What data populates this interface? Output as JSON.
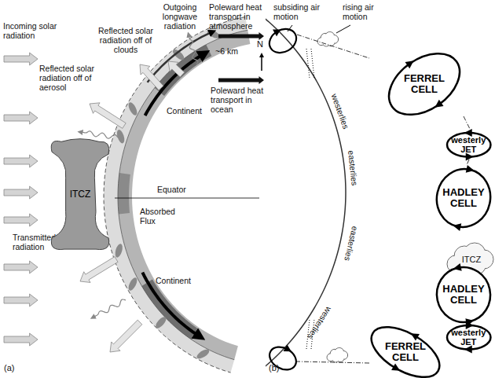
{
  "diagram": {
    "nodes": [
      {
        "text": [
          "ITCZ"
        ]
      },
      {
        "text": [
          "FERREL CELL"
        ]
      },
      {
        "text": [
          "westerly JET"
        ]
      },
      {
        "text": [
          "HADLEY CELL"
        ]
      },
      {
        "text": [
          "HADLEY CELL"
        ]
      },
      {
        "text": [
          "westerly JET"
        ]
      },
      {
        "text": [
          "FERREL CELL"
        ]
      }
    ],
    "labels": [
      "Incoming solar radiation",
      "Reflected solar radiation off of clouds",
      "Outgoing longwave radiation",
      "Poleward heat transport in atmosphere",
      "~6 km",
      "N",
      "Reflected solar radiation off of aerosol",
      "Poleward heat transport in ocean",
      "Continent",
      "Equator",
      "Absorbed Flux",
      "Continent",
      "Transmitted solar radiation",
      "(a)",
      "subsiding air motion",
      "rising air motion",
      "westerlies",
      "easterlies",
      "easterlies",
      "westerlies",
      "ITCZ",
      "(b)"
    ]
  }
}
